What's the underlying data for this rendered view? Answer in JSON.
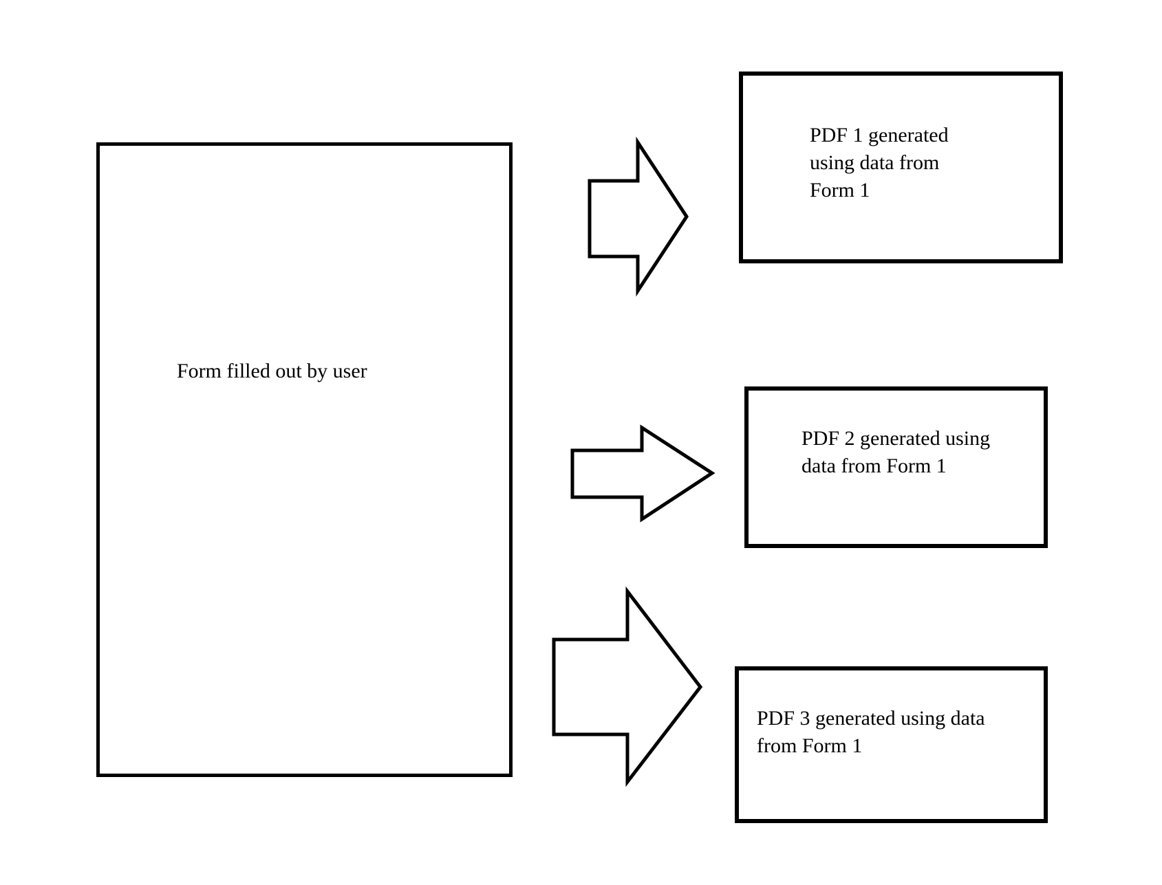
{
  "diagram": {
    "form_box": {
      "text": "Form filled out by user"
    },
    "pdf_boxes": [
      {
        "text": "PDF 1 generated using data from Form 1",
        "lines": [
          "PDF 1 generated",
          "using data from",
          "Form 1"
        ]
      },
      {
        "text": "PDF 2 generated using data from Form 1",
        "lines": [
          "PDF 2 generated using",
          "data from Form 1"
        ]
      },
      {
        "text": "PDF 3 generated using data from Form 1",
        "lines": [
          "PDF 3 generated using data",
          "from Form 1"
        ]
      }
    ],
    "icons": [
      "right-block-arrow-icon"
    ],
    "colors": {
      "stroke": "#000000",
      "shape_fill": "#ffffff",
      "text": "#000000",
      "background": "#ffffff"
    }
  }
}
